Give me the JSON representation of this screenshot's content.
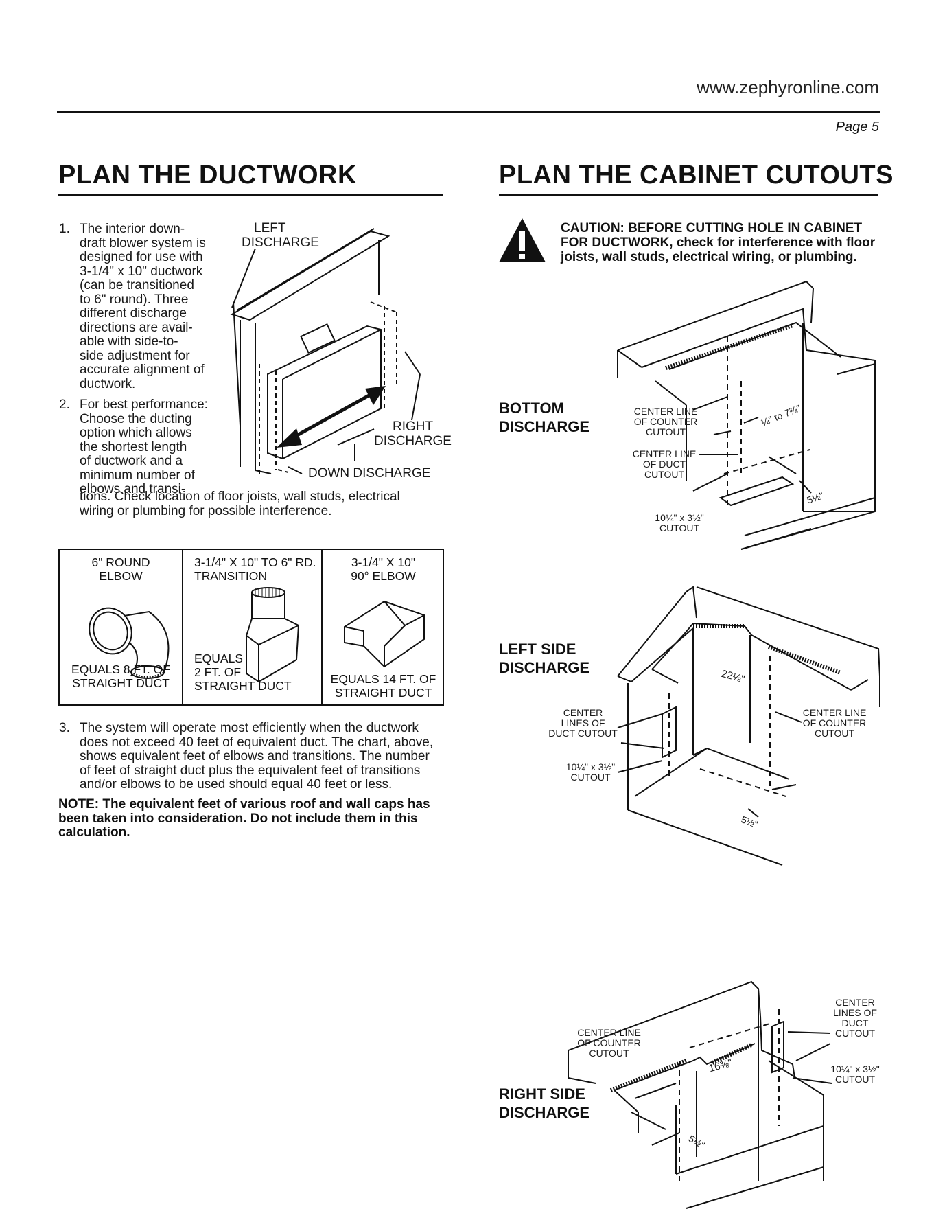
{
  "header": {
    "url": "www.zephyronline.com",
    "page": "Page 5"
  },
  "left": {
    "title": "PLAN THE DUCTWORK",
    "step1": {
      "number": "1.",
      "lines": [
        "The interior down-",
        "draft blower system is",
        "designed for use with",
        "3-1/4\" x 10\" ductwork",
        "(can be transitioned",
        "to 6\" round). Three",
        "different discharge",
        "directions are avail-",
        "able with side-to-",
        "side adjustment for",
        "accurate alignment of",
        "ductwork."
      ]
    },
    "step2": {
      "number": "2.",
      "lines": [
        "For best performance:",
        "Choose the ducting",
        "option which allows",
        "the shortest length",
        "of ductwork and a",
        "minimum number of",
        "elbows and transi-"
      ],
      "tail": [
        "tions. Check location of floor joists, wall studs, electrical",
        "wiring or plumbing for possible interference."
      ]
    },
    "diagram_labels": {
      "left_1": "LEFT",
      "left_2": "DISCHARGE",
      "right_1": "RIGHT",
      "right_2": "DISCHARGE",
      "down": "DOWN DISCHARGE"
    },
    "fittings": [
      {
        "title_1": "6\" ROUND",
        "title_2": "ELBOW",
        "equals_1": "EQUALS 8 FT. OF",
        "equals_2": "STRAIGHT DUCT"
      },
      {
        "title_1": "3-1/4\" X 10\" TO 6\" RD.",
        "title_2": "TRANSITION",
        "equals_1": "EQUALS",
        "equals_2": "2 FT. OF",
        "equals_3": "STRAIGHT DUCT"
      },
      {
        "title_1": "3-1/4\" X 10\"",
        "title_2": "90° ELBOW",
        "equals_1": "EQUALS 14 FT. OF",
        "equals_2": "STRAIGHT DUCT"
      }
    ],
    "step3": {
      "number": "3.",
      "lines": [
        "The system will operate most efficiently when the ductwork",
        "does not exceed 40 feet of equivalent duct. The chart, above,",
        "shows equivalent feet of elbows and transitions. The number",
        "of feet of straight duct plus the equivalent feet of transitions",
        "and/or elbows to be used should equal 40 feet or less."
      ]
    },
    "note": [
      "NOTE: The equivalent feet of various roof and wall caps has",
      "been taken into consideration. Do not include them in this",
      "calculation."
    ]
  },
  "right": {
    "title": "PLAN THE CABINET CUTOUTS",
    "caution": [
      "CAUTION: BEFORE CUTTING HOLE IN CABINET",
      "FOR DUCTWORK, check for interference with floor",
      "joists, wall studs, electrical wiring, or plumbing."
    ],
    "bottom": {
      "label_1": "BOTTOM",
      "label_2": "DISCHARGE",
      "cl_counter": [
        "CENTER LINE",
        "OF COUNTER",
        "CUTOUT"
      ],
      "cl_duct": [
        "CENTER LINE",
        "OF DUCT",
        "CUTOUT"
      ],
      "range": "¼\" to 7¾\"",
      "dim_5": "5½\"",
      "cutout": [
        "10¼\" x 3½\"",
        "CUTOUT"
      ]
    },
    "left_side": {
      "label_1": "LEFT SIDE",
      "label_2": "DISCHARGE",
      "dim_22": "22⅛\"",
      "centers": [
        "CENTER",
        "LINES OF",
        "DUCT CUTOUT"
      ],
      "cutout": [
        "10¼\" x 3½\"",
        "CUTOUT"
      ],
      "cl_counter": [
        "CENTER LINE",
        "OF COUNTER",
        "CUTOUT"
      ],
      "dim_5": "5½\""
    },
    "right_side": {
      "label_1": "RIGHT SIDE",
      "label_2": "DISCHARGE",
      "dim_16": "16⅜\"",
      "cl_counter": [
        "CENTER LINE",
        "OF COUNTER",
        "CUTOUT"
      ],
      "centers": [
        "CENTER",
        "LINES OF",
        "DUCT",
        "CUTOUT"
      ],
      "cutout": [
        "10¼\" x 3½\"",
        "CUTOUT"
      ],
      "dim_5": "5½\""
    }
  }
}
